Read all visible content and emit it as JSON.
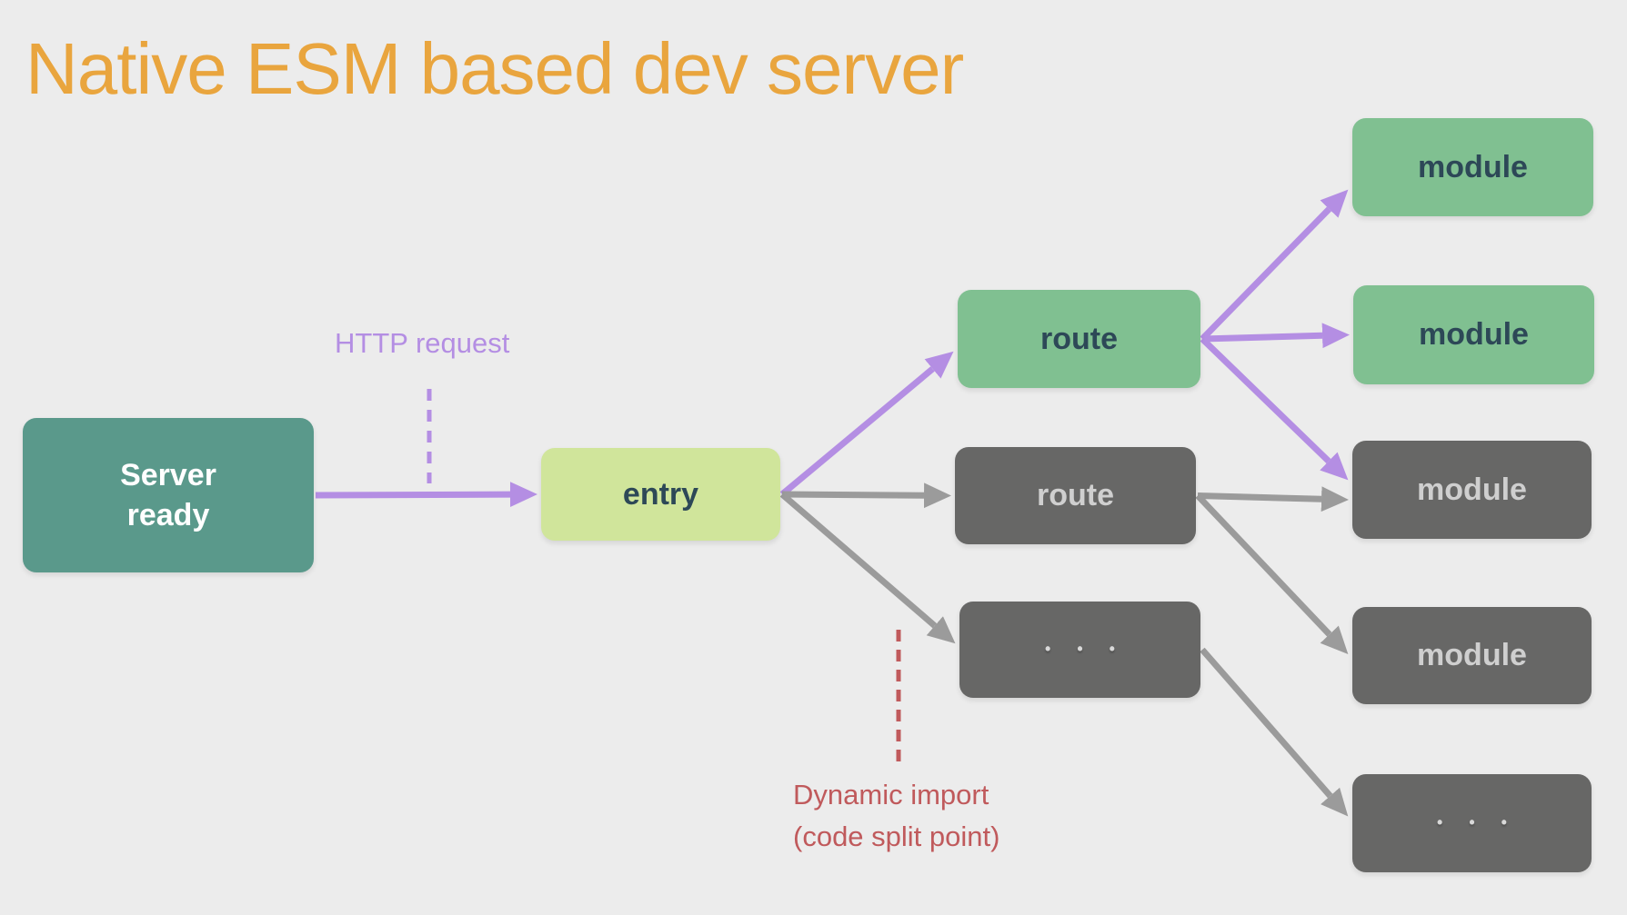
{
  "title": {
    "text": "Native ESM based dev server"
  },
  "colors": {
    "background": "#ececec",
    "title_orange": "#e9a53e",
    "teal_box": "#5a998b",
    "lime_box": "#d0e59b",
    "green_box": "#80c091",
    "dark_box": "#676766",
    "purple_arrow": "#b48ee3",
    "gray_arrow": "#9b9b9b",
    "red_annotation": "#c05a5c",
    "dark_text": "#2d4857",
    "light_text": "#cfcfcf"
  },
  "nodes": {
    "server": {
      "label": "Server\nready"
    },
    "entry": {
      "label": "entry"
    },
    "route_active": {
      "label": "route"
    },
    "route_inactive": {
      "label": "route"
    },
    "routes_more": {
      "label": "• • •"
    },
    "module_1": {
      "label": "module"
    },
    "module_2": {
      "label": "module"
    },
    "module_3": {
      "label": "module"
    },
    "module_4": {
      "label": "module"
    },
    "modules_more": {
      "label": "• • •"
    }
  },
  "annotations": {
    "http_request": {
      "label": "HTTP request"
    },
    "dynamic_import": {
      "line1": "Dynamic import",
      "line2": "(code split point)"
    }
  },
  "edges": [
    {
      "from": "server",
      "to": "entry",
      "style": "purple"
    },
    {
      "from": "entry",
      "to": "route_active",
      "style": "purple",
      "to_dy": 15
    },
    {
      "from": "entry",
      "to": "route_inactive",
      "style": "gray"
    },
    {
      "from": "entry",
      "to": "routes_more",
      "style": "gray",
      "to_dy": -8
    },
    {
      "from": "route_active",
      "to": "module_1",
      "style": "purple",
      "to_dy": 26
    },
    {
      "from": "route_active",
      "to": "module_2",
      "style": "purple"
    },
    {
      "from": "route_active",
      "to": "module_3",
      "style": "purple",
      "to_dy": -12
    },
    {
      "from": "route_inactive",
      "to": "module_3",
      "style": "gray",
      "to_dy": 11
    },
    {
      "from": "route_inactive",
      "to": "module_4",
      "style": "gray",
      "to_dy": -3
    },
    {
      "from": "routes_more",
      "to": "modules_more",
      "style": "gray",
      "to_dy": -9
    }
  ]
}
